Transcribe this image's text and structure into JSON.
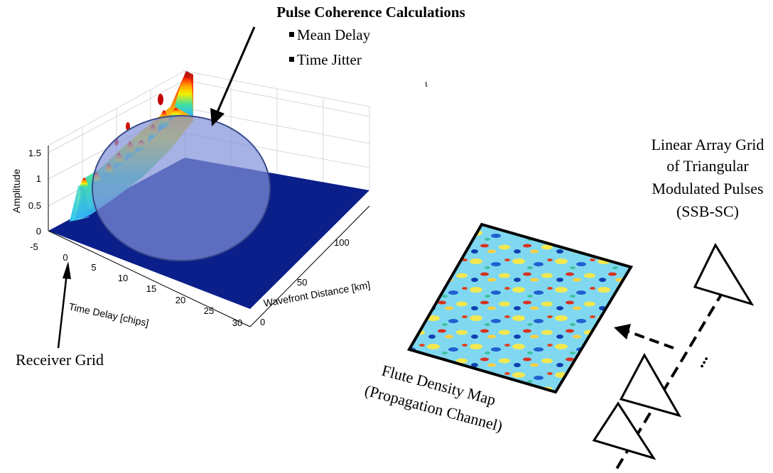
{
  "title": "Pulse Coherence Calculations",
  "bullets": [
    "Mean Delay",
    "Time Jitter"
  ],
  "stray_mark": "ι",
  "receiver_label": "Receiver Grid",
  "array_label": [
    "Linear Array Grid",
    "of Triangular",
    "Modulated Pulses",
    "(SSB-SC)"
  ],
  "density_label": [
    "Flute Density Map",
    "(Propagation Channel)"
  ],
  "ellipsis": "...",
  "plot": {
    "zlabel": "Amplitude",
    "xlabel": "Time Delay [chips]",
    "ylabel": "Wavefront Distance [km]",
    "z_ticks": [
      "0",
      "0.5",
      "1",
      "1.5"
    ],
    "x_ticks": [
      "-5",
      "0",
      "5",
      "10",
      "15",
      "20",
      "25",
      "30"
    ],
    "y_ticks": [
      "0",
      "50",
      "100"
    ],
    "surface_color": "#0b1f8a",
    "peak_colors": [
      "#a80000",
      "#ff3000",
      "#ffb000",
      "#f5f000",
      "#40e080",
      "#30b0ff"
    ]
  },
  "colors": {
    "overlay_fill": "#8090d8",
    "overlay_stroke": "#3a4a8a",
    "grid_line": "#d8d8d8"
  }
}
